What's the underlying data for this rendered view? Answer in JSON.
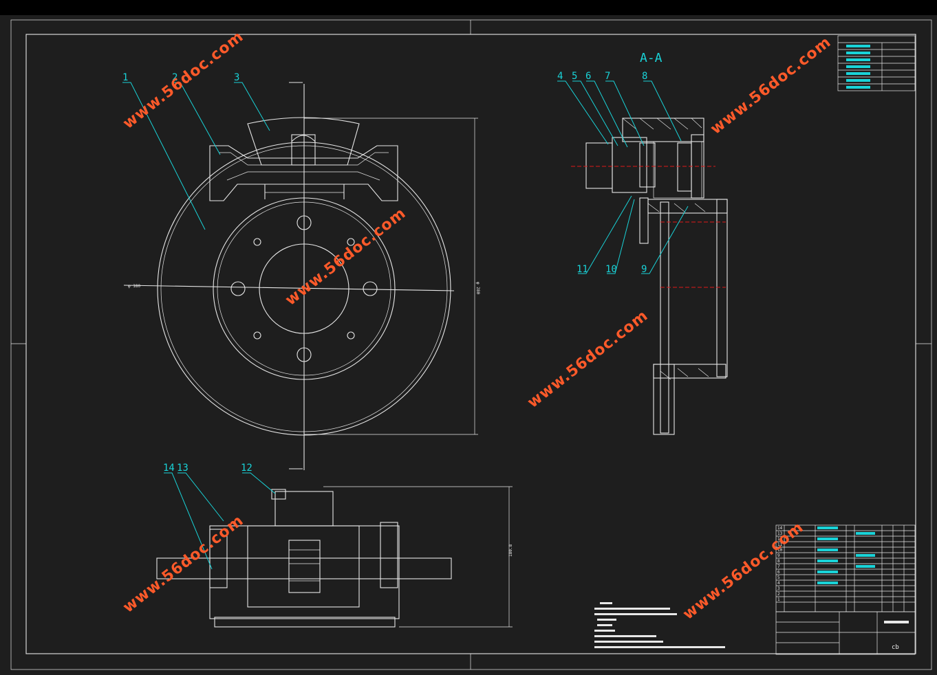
{
  "drawing": {
    "section_title": "A-A",
    "part_labels": [
      "1",
      "2",
      "3",
      "4",
      "5",
      "6",
      "7",
      "8",
      "9",
      "10",
      "11",
      "12",
      "13",
      "14"
    ],
    "watermark": "www.56doc.com",
    "title_block_code": "cb"
  },
  "colors": {
    "background": "#1e1e1e",
    "lines": "#e8e8e8",
    "leaders": "#19d3d8",
    "section_marks": "#e01818",
    "watermark": "#ff5a2a"
  },
  "parts_list": {
    "numbers": [
      "14",
      "13",
      "12",
      "11",
      "10",
      "9",
      "8",
      "7",
      "6",
      "5",
      "4",
      "3",
      "2",
      "1"
    ]
  }
}
